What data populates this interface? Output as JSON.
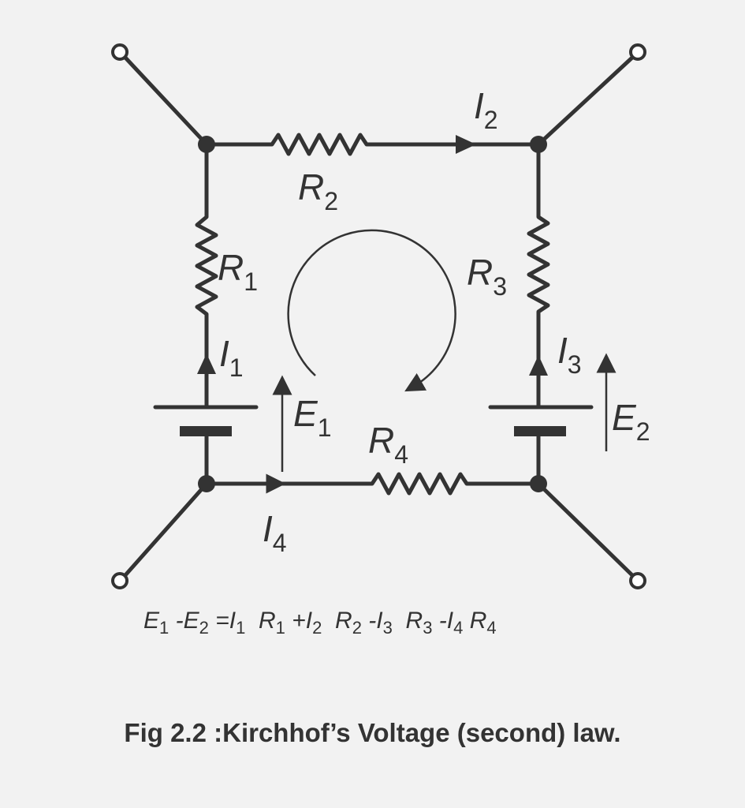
{
  "labels": {
    "R1": {
      "main": "R",
      "sub": "1"
    },
    "R2": {
      "main": "R",
      "sub": "2"
    },
    "R3": {
      "main": "R",
      "sub": "3"
    },
    "R4": {
      "main": "R",
      "sub": "4"
    },
    "I1": {
      "main": "I",
      "sub": "1"
    },
    "I2": {
      "main": "I",
      "sub": "2"
    },
    "I3": {
      "main": "I",
      "sub": "3"
    },
    "I4": {
      "main": "I",
      "sub": "4"
    },
    "E1": {
      "main": "E",
      "sub": "1"
    },
    "E2": {
      "main": "E",
      "sub": "2"
    }
  },
  "equation": [
    {
      "t": "E",
      "s": "1"
    },
    {
      "t": " -E",
      "s": "2"
    },
    {
      "t": " =I",
      "s": "1"
    },
    {
      "t": "  R",
      "s": "1"
    },
    {
      "t": " +I",
      "s": "2"
    },
    {
      "t": "  R",
      "s": "2"
    },
    {
      "t": " -I",
      "s": "3"
    },
    {
      "t": "  R",
      "s": "3"
    },
    {
      "t": " -I",
      "s": "4"
    },
    {
      "t": " R",
      "s": "4"
    }
  ],
  "caption": "Fig 2.2 :Kirchhof’s Voltage (second) law."
}
